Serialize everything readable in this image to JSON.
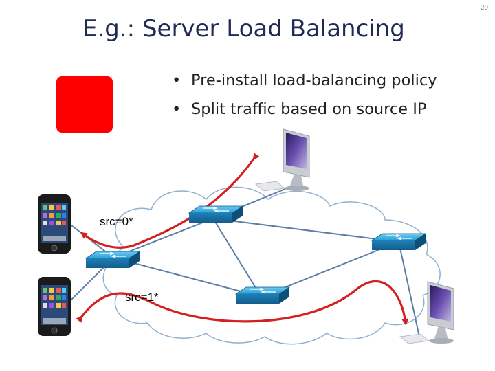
{
  "slide": {
    "number": "20",
    "title": "E.g.: Server Load Balancing",
    "bullets": [
      "Pre-install load-balancing policy",
      "Split traffic based on source IP"
    ]
  },
  "labels": {
    "src0": "src=0*",
    "src1": "src=1*"
  },
  "colors": {
    "policy_block": "#ff0000",
    "flow_arrow": "#d42020",
    "link": "#5b7fa6",
    "switch": "#2aa3d8"
  },
  "icons": {
    "phones": "iphone-icon",
    "servers": "imac-server-icon",
    "switches": "switch-icon",
    "cloud": "cloud-icon"
  }
}
